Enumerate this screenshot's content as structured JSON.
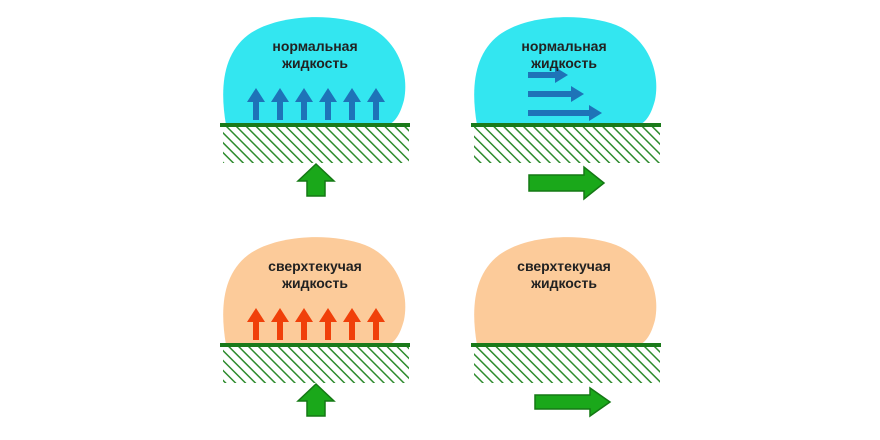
{
  "panels": {
    "top_left": {
      "line1": "нормальная",
      "line2": "жидкость"
    },
    "top_right": {
      "line1": "нормальная",
      "line2": "жидкость"
    },
    "bottom_left": {
      "line1": "сверхтекучая",
      "line2": "жидкость"
    },
    "bottom_right": {
      "line1": "сверхтекучая",
      "line2": "жидкость"
    }
  },
  "colors": {
    "normal_fluid": "#33e6f0",
    "superfluid": "#fccb9a",
    "normal_arrows": "#1e73b8",
    "superfluid_arrows": "#f0400a",
    "surface_line": "#1a7a1a",
    "hatch": "#2e8b2e",
    "push_arrow": "#1aa81a"
  }
}
